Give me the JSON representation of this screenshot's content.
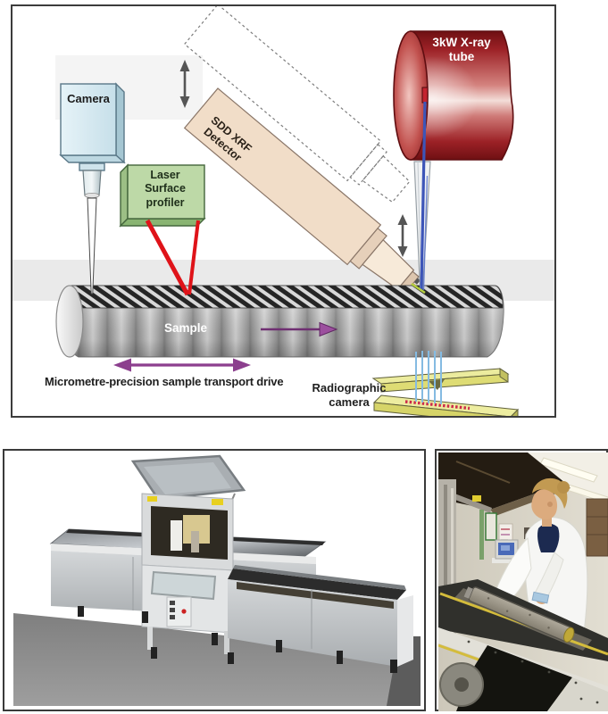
{
  "diagram": {
    "labels": {
      "camera": "Camera",
      "laser_profiler": "Laser\nSurface\nprofiler",
      "sdd_detector": "SDD XRF\nDetector",
      "xray_tube": "3kW X-ray\ntube",
      "sample": "Sample",
      "transport_drive": "Micrometre-precision sample transport drive",
      "radiographic_camera": "Radiographic\ncamera"
    },
    "colors": {
      "camera_box": "#cfe6f0",
      "laser_box": "#bdd9a7",
      "detector_body": "#f1ddc8",
      "xray_tube_red": "#9c2126",
      "laser_beam_red": "#df1319",
      "xray_beam_blue": "#3d55b8",
      "transmitted_beam_blue": "#85bbe2",
      "arrow_purple": "#8c3f8e",
      "radiographic_bar_yellow": "#dedc74",
      "sample_gray": "#9a9a9a"
    }
  }
}
